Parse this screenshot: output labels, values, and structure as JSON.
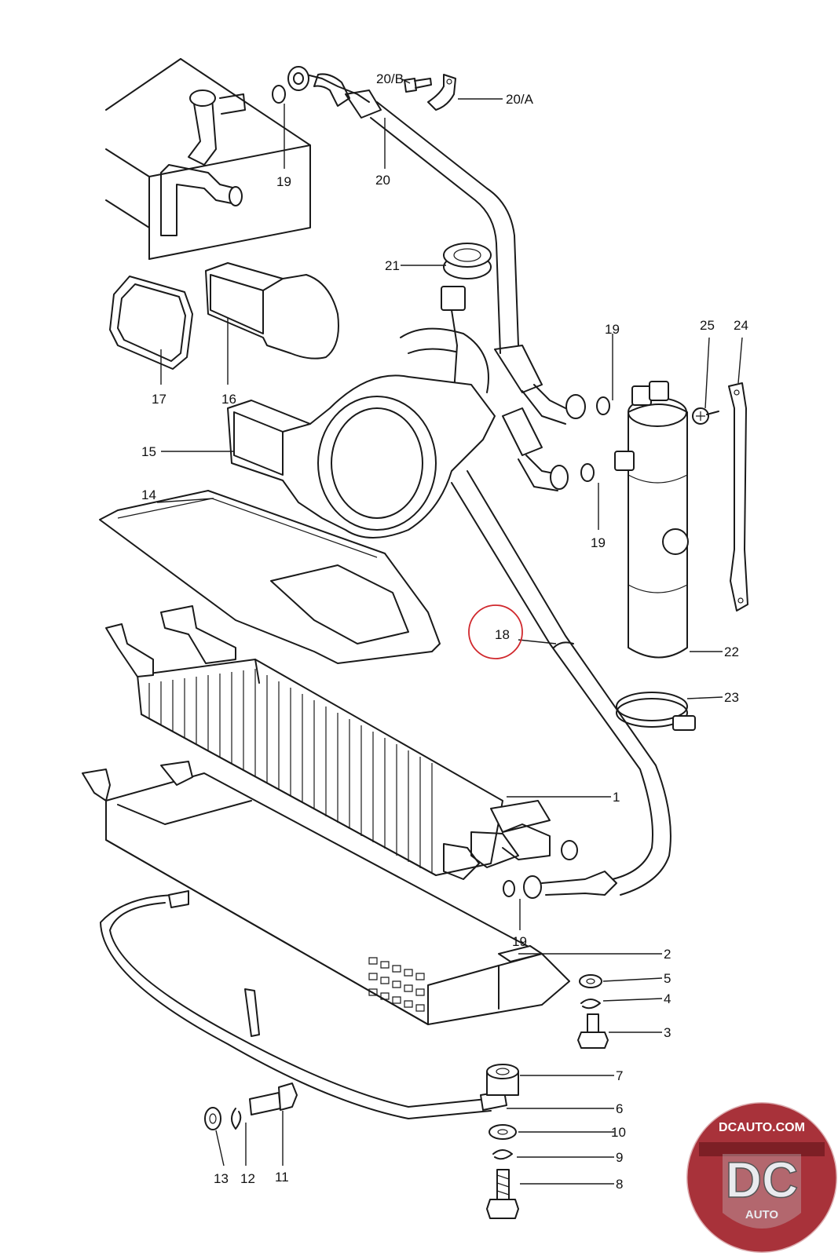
{
  "colors": {
    "line": "#1a1a1a",
    "highlight_circle": "#d0282d",
    "logo_bg": "#a8323a",
    "logo_band": "#7d1f25",
    "logo_shield": "#c9cbd0"
  },
  "callouts": {
    "c1": "1",
    "c2": "2",
    "c3": "3",
    "c4": "4",
    "c5": "5",
    "c6": "6",
    "c7": "7",
    "c8": "8",
    "c9": "9",
    "c10": "10",
    "c11": "11",
    "c12": "12",
    "c13": "13",
    "c14": "14",
    "c15": "15",
    "c16": "16",
    "c17": "17",
    "c18": "18",
    "c19a": "19",
    "c19b": "19",
    "c19c": "19",
    "c19d": "19",
    "c20": "20",
    "c20a": "20/A",
    "c20b": "20/B",
    "c21": "21",
    "c22": "22",
    "c23": "23",
    "c24": "24",
    "c25": "25"
  },
  "logo": {
    "top_text": "DCAUTO.COM",
    "main_text": "DC",
    "sub_text": "AUTO"
  }
}
